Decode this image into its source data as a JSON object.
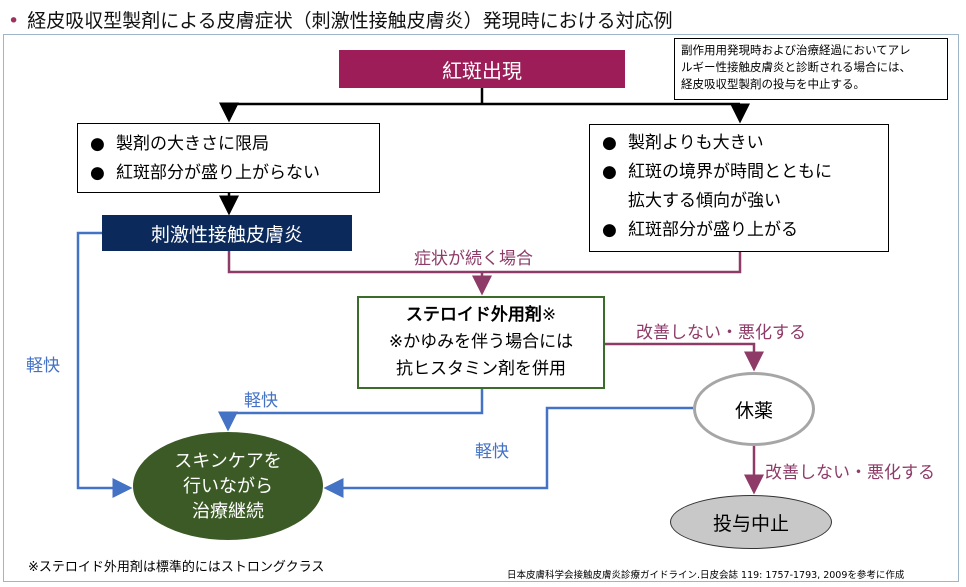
{
  "title": "経皮吸収型製剤による皮膚症状（刺激性接触皮膚炎）発現時における対応例",
  "note_lines": [
    "副作用用発現時および治療経過においてアレ",
    "ルギー性接触皮膚炎と診断される場合には、",
    "経皮吸収型製剤の投与を中止する。"
  ],
  "nodes": {
    "erythema": "紅斑出現",
    "left_box": [
      "製剤の大きさに限局",
      "紅斑部分が盛り上がらない"
    ],
    "right_box": [
      "製剤よりも大きい",
      "紅斑の境界が時間とともに",
      "拡大する傾向が強い",
      "紅斑部分が盛り上がる"
    ],
    "irritant": "刺激性接触皮膚炎",
    "steroid": [
      "ステロイド外用剤",
      "※",
      "※かゆみを伴う場合には",
      "抗ヒスタミン剤を併用"
    ],
    "rest": "休薬",
    "skincare": [
      "スキンケアを",
      "行いながら",
      "治療継続"
    ],
    "stop": "投与中止"
  },
  "labels": {
    "continues": "症状が続く場合",
    "relief": "軽快",
    "worsen": "改善しない・悪化する"
  },
  "footnote": "※ステロイド外用剤は標準的にはストロングクラス",
  "source": "日本皮膚科学会接触皮膚炎診療ガイドライン.日皮会誌 119: 1757-1793, 2009を参考に作成",
  "colors": {
    "plum": "#8e3b68",
    "blue": "#4472c4",
    "navy": "#0b2a5b",
    "green": "#3b5a25",
    "magenta": "#9c1d57"
  }
}
